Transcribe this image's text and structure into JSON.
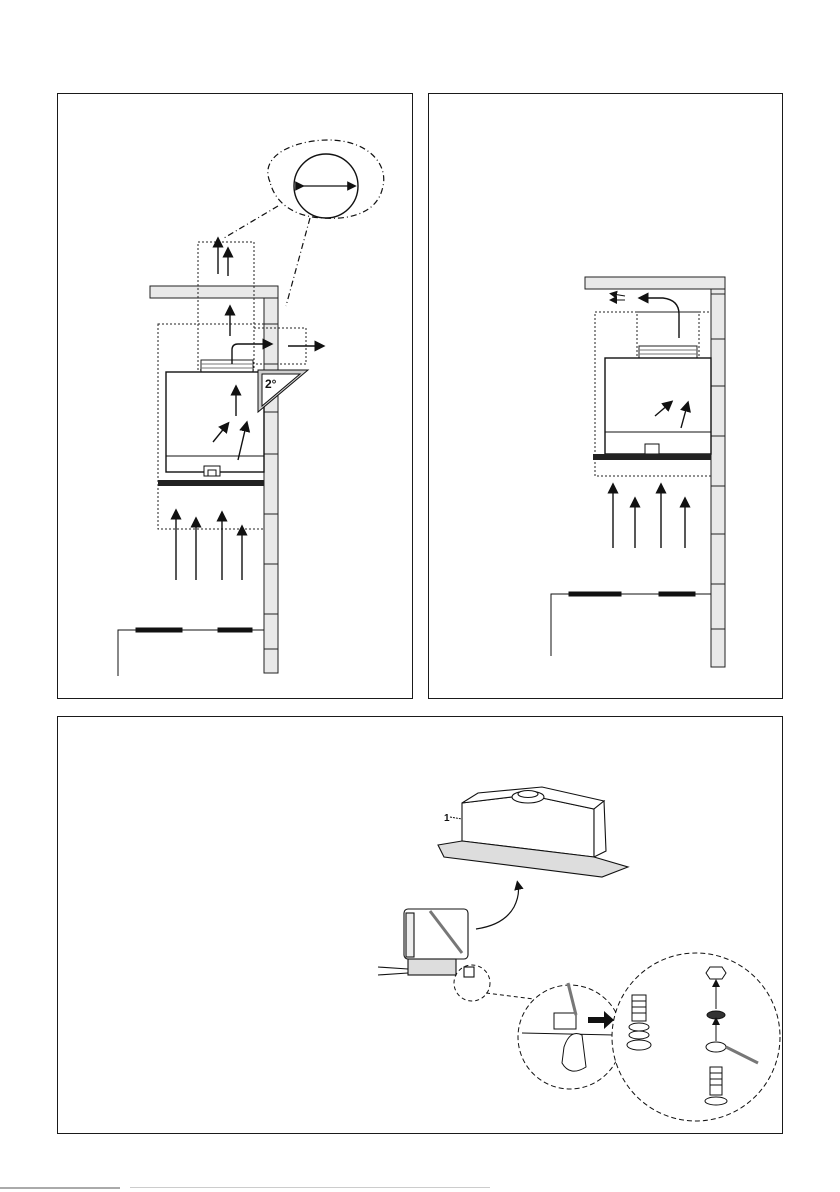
{
  "panels": [
    {
      "id": "ducted-installation-diagram",
      "angle_label": "2°"
    },
    {
      "id": "recirculation-installation-diagram"
    },
    {
      "id": "ground-wire-assembly-diagram",
      "part_label": "1"
    }
  ],
  "colors": {
    "line": "#111111",
    "wall": "#e8e8e8",
    "panel_border": "#1a1a1a"
  }
}
